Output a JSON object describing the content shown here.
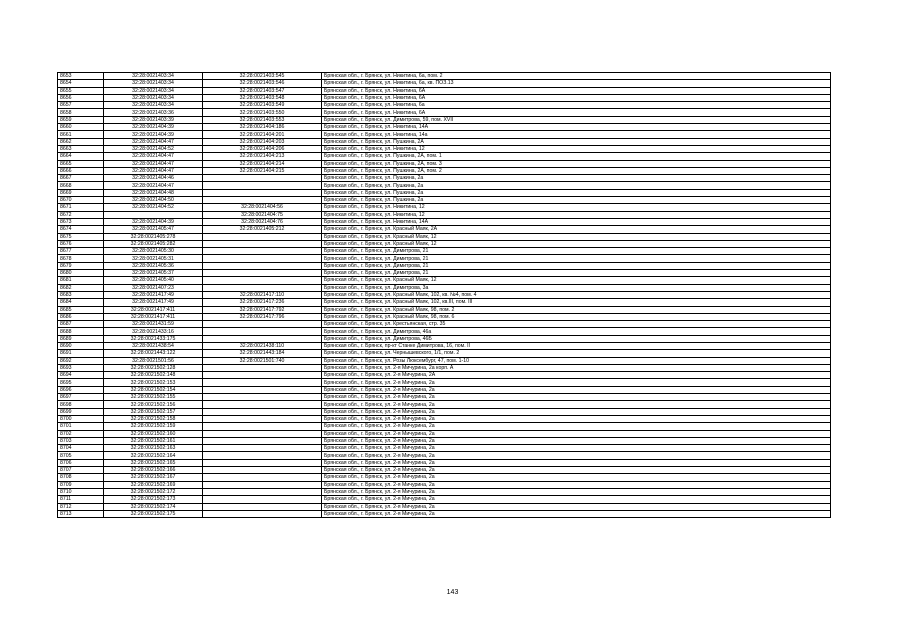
{
  "page_number": "143",
  "rows": [
    [
      "8653",
      "32:28:0021403:34",
      "32:28:0021403:545",
      "Брянская обл., г. Брянск, ул. Никитина, 6а, пом. 2"
    ],
    [
      "8654",
      "32:28:0021403:34",
      "32:28:0021403:546",
      "Брянская обл., г. Брянск, ул. Никитина, 6а, кв. ПОЗ.13"
    ],
    [
      "8655",
      "32:28:0021403:34",
      "32:28:0021403:547",
      "Брянская обл., г. Брянск, ул. Никитина, 6А"
    ],
    [
      "8656",
      "32:28:0021403:34",
      "32:28:0021403:548",
      "Брянская обл., г. Брянск, ул. Никитина, 6А"
    ],
    [
      "8657",
      "32:28:0021403:34",
      "32:28:0021403:549",
      "Брянская обл., г. Брянск, ул. Никитина, 6а"
    ],
    [
      "8658",
      "32:28:0021403:36",
      "32:28:0021403:550",
      "Брянская обл., г. Брянск, ул. Никитина, 6А"
    ],
    [
      "8659",
      "32:28:0021403:39",
      "32:28:0021403:553",
      "Брянская обл., г. Брянск, ул. Димитрова, 59, пом. XVII"
    ],
    [
      "8660",
      "32:28:0021404:39",
      "32:28:0021404:186",
      "Брянская обл., г. Брянск, ул. Никитина, 14А"
    ],
    [
      "8661",
      "32:28:0021404:39",
      "32:28:0021404:201",
      "Брянская обл., г. Брянск, ул. Никитина, 14а"
    ],
    [
      "8662",
      "32:28:0021404:47",
      "32:28:0021404:203",
      "Брянская обл., г. Брянск, ул. Пушкина, 2А"
    ],
    [
      "8663",
      "32:28:0021404:52",
      "32:28:0021404:206",
      "Брянская обл., г. Брянск, ул. Никитина, 12"
    ],
    [
      "8664",
      "32:28:0021404:47",
      "32:28:0021404:213",
      "Брянская обл., г. Брянск, ул. Пушкина, 2А, пом. 1"
    ],
    [
      "8665",
      "32:28:0021404:47",
      "32:28:0021404:214",
      "Брянская обл., г. Брянск, ул. Пушкина, 2А, пом. 3"
    ],
    [
      "8666",
      "32:28:0021404:47",
      "32:28:0021404:215",
      "Брянская обл., г. Брянск, ул. Пушкина, 2А, пом. 2"
    ],
    [
      "8667",
      "32:28:0021404:46",
      "",
      "Брянская обл., г. Брянск, ул. Пушкина, 2а"
    ],
    [
      "8668",
      "32:28:0021404:47",
      "",
      "Брянская обл., г. Брянск, ул. Пушкина, 2а"
    ],
    [
      "8669",
      "32:28:0021404:48",
      "",
      "Брянская обл., г. Брянск, ул. Пушкина, 2а"
    ],
    [
      "8670",
      "32:28:0021404:50",
      "",
      "Брянская обл., г. Брянск, ул. Пушкина, 2а"
    ],
    [
      "8671",
      "32:28:0021404:52",
      "32:28:0021404:56",
      "Брянская обл., г. Брянск, ул. Никитина, 12"
    ],
    [
      "8672",
      "",
      "32:28:0021404:75",
      "Брянская обл., г. Брянск, ул. Никитина, 12"
    ],
    [
      "8673",
      "32:28:0021404:39",
      "32:28:0021404:76",
      "Брянская обл., г. Брянск, ул. Никитина, 14А"
    ],
    [
      "8674",
      "32:28:0021405:47",
      "32:28:0021405:212",
      "Брянская обл., г. Брянск, ул. Красный Маяк, 2А"
    ],
    [
      "8675",
      "32:28:0021405:278",
      "",
      "Брянская обл., г. Брянск, ул. Красный Маяк, 12"
    ],
    [
      "8676",
      "32:28:0021405:282",
      "",
      "Брянская обл., г. Брянск, ул. Красный Маяк, 12"
    ],
    [
      "8677",
      "32:28:0021405:30",
      "",
      "Брянская обл., г. Брянск, ул. Димитрова, 21"
    ],
    [
      "8678",
      "32:28:0021405:31",
      "",
      "Брянская обл., г. Брянск, ул. Димитрова, 21"
    ],
    [
      "8679",
      "32:28:0021405:36",
      "",
      "Брянская обл., г. Брянск, ул. Димитрова, 21"
    ],
    [
      "8680",
      "32:28:0021405:37",
      "",
      "Брянская обл., г. Брянск, ул. Димитрова, 21"
    ],
    [
      "8681",
      "32:28:0021405:40",
      "",
      "Брянская обл., г. Брянск, ул. Красный Маяк, 12"
    ],
    [
      "8682",
      "32:28:0021407:23",
      "",
      "Брянская обл., г. Брянск, ул. Димитрова, 3а"
    ],
    [
      "8683",
      "32:28:0021417:49",
      "32:28:0021417:110",
      "Брянская обл., г. Брянск, ул. Красный Маяк, 102, кв. №4, пом. 4"
    ],
    [
      "8684",
      "32:28:0021417:49",
      "32:28:0021417:236",
      "Брянская обл., г. Брянск, ул. Красный Маяк, 102, кв.III, пом. III"
    ],
    [
      "8685",
      "32:28:0021417:411",
      "32:28:0021417:792",
      "Брянская обл., г. Брянск, ул. Красный Маяк, 98, пом. 2"
    ],
    [
      "8686",
      "32:28:0021417:411",
      "32:28:0021417:796",
      "Брянская обл., г. Брянск, ул. Красный Маяк, 98, пом. 6"
    ],
    [
      "8687",
      "32:28:0021431:59",
      "",
      "Брянская обл., г. Брянск, ул. Крестьянская, стр. 35"
    ],
    [
      "8688",
      "32:28:0021433:16",
      "",
      "Брянская обл., г. Брянск, ул. Димитрова, 46а"
    ],
    [
      "8689",
      "32:28:0021433:175",
      "",
      "Брянская обл., г. Брянск, ул. Димитрова, 46Б"
    ],
    [
      "8690",
      "32:28:0021438:54",
      "32:28:0021438:110",
      "Брянская обл., г. Брянск, пр-кт Станке Димитрова, 16, пом. II"
    ],
    [
      "8691",
      "32:28:0021443:122",
      "32:28:0021443:184",
      "Брянская обл., г. Брянск, ул. Чернышевского, 1/1, пом. 2"
    ],
    [
      "8692",
      "32:28:0021501:56",
      "32:28:0021501:740",
      "Брянская обл., г. Брянск, ул. Розы Люксембург, 47, пом. 1-10"
    ],
    [
      "8693",
      "32:28:0021502:128",
      "",
      "Брянская обл., г. Брянск, ул. 2-я Мичурина, 2а корп. А"
    ],
    [
      "8694",
      "32:28:0021502:148",
      "",
      "Брянская обл., г. Брянск, ул. 2-я Мичурина, 2А"
    ],
    [
      "8695",
      "32:28:0021502:153",
      "",
      "Брянская обл., г. Брянск, ул. 2-я Мичурина, 2а"
    ],
    [
      "8696",
      "32:28:0021502:154",
      "",
      "Брянская обл., г. Брянск, ул. 2-я Мичурина, 2а"
    ],
    [
      "8697",
      "32:28:0021502:155",
      "",
      "Брянская обл., г. Брянск, ул. 2-я Мичурина, 2а"
    ],
    [
      "8698",
      "32:28:0021502:156",
      "",
      "Брянская обл., г. Брянск, ул. 2-я Мичурина, 2а"
    ],
    [
      "8699",
      "32:28:0021502:157",
      "",
      "Брянская обл., г. Брянск, ул. 2-я Мичурина, 2а"
    ],
    [
      "8700",
      "32:28:0021502:158",
      "",
      "Брянская обл., г. Брянск, ул. 2-я Мичурина, 2а"
    ],
    [
      "8701",
      "32:28:0021502:159",
      "",
      "Брянская обл., г. Брянск, ул. 2-я Мичурина, 2а"
    ],
    [
      "8702",
      "32:28:0021502:160",
      "",
      "Брянская обл., г. Брянск, ул. 2-я Мичурина, 2а"
    ],
    [
      "8703",
      "32:28:0021502:161",
      "",
      "Брянская обл., г. Брянск, ул. 2-я Мичурина, 2а"
    ],
    [
      "8704",
      "32:28:0021502:163",
      "",
      "Брянская обл., г. Брянск, ул. 2-я Мичурина, 2а"
    ],
    [
      "8705",
      "32:28:0021502:164",
      "",
      "Брянская обл., г. Брянск, ул. 2-я Мичурина, 2а"
    ],
    [
      "8706",
      "32:28:0021502:165",
      "",
      "Брянская обл., г. Брянск, ул. 2-я Мичурина, 2а"
    ],
    [
      "8707",
      "32:28:0021502:166",
      "",
      "Брянская обл., г. Брянск, ул. 2-я Мичурина, 2а"
    ],
    [
      "8708",
      "32:28:0021502:167",
      "",
      "Брянская обл., г. Брянск, ул. 2-я Мичурина, 2а"
    ],
    [
      "8709",
      "32:28:0021502:169",
      "",
      "Брянская обл., г. Брянск, ул. 2-я Мичурина, 2а"
    ],
    [
      "8710",
      "32:28:0021502:172",
      "",
      "Брянская обл., г. Брянск, ул. 2-я Мичурина, 2а"
    ],
    [
      "8711",
      "32:28:0021502:173",
      "",
      "Брянская обл., г. Брянск, ул. 2-я Мичурина, 2а"
    ],
    [
      "8712",
      "32:28:0021502:174",
      "",
      "Брянская обл., г. Брянск, ул. 2-я Мичурина, 2а"
    ],
    [
      "8713",
      "32:28:0021502:175",
      "",
      "Брянская обл., г. Брянск, ул. 2-я Мичурина, 2а"
    ]
  ]
}
